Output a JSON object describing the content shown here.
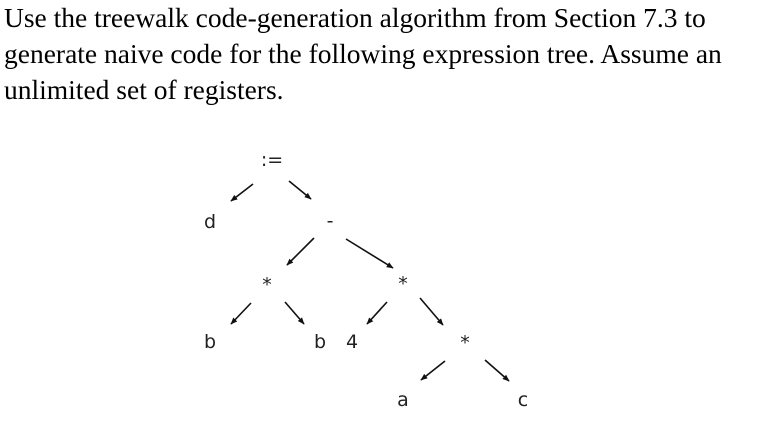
{
  "question": {
    "text": "Use the treewalk code-generation algorithm from Section 7.3 to generate naive code for the following expression tree. Assume an unlimited set of registers."
  },
  "tree": {
    "nodes": [
      {
        "id": "assign",
        "label": ":="
      },
      {
        "id": "d",
        "label": "d"
      },
      {
        "id": "minus",
        "label": "-"
      },
      {
        "id": "mul1",
        "label": "*"
      },
      {
        "id": "b1",
        "label": "b"
      },
      {
        "id": "b2",
        "label": "b"
      },
      {
        "id": "four",
        "label": "4"
      },
      {
        "id": "mul2",
        "label": "*"
      },
      {
        "id": "mul3",
        "label": "*"
      },
      {
        "id": "a",
        "label": "a"
      },
      {
        "id": "c",
        "label": "c"
      }
    ]
  }
}
